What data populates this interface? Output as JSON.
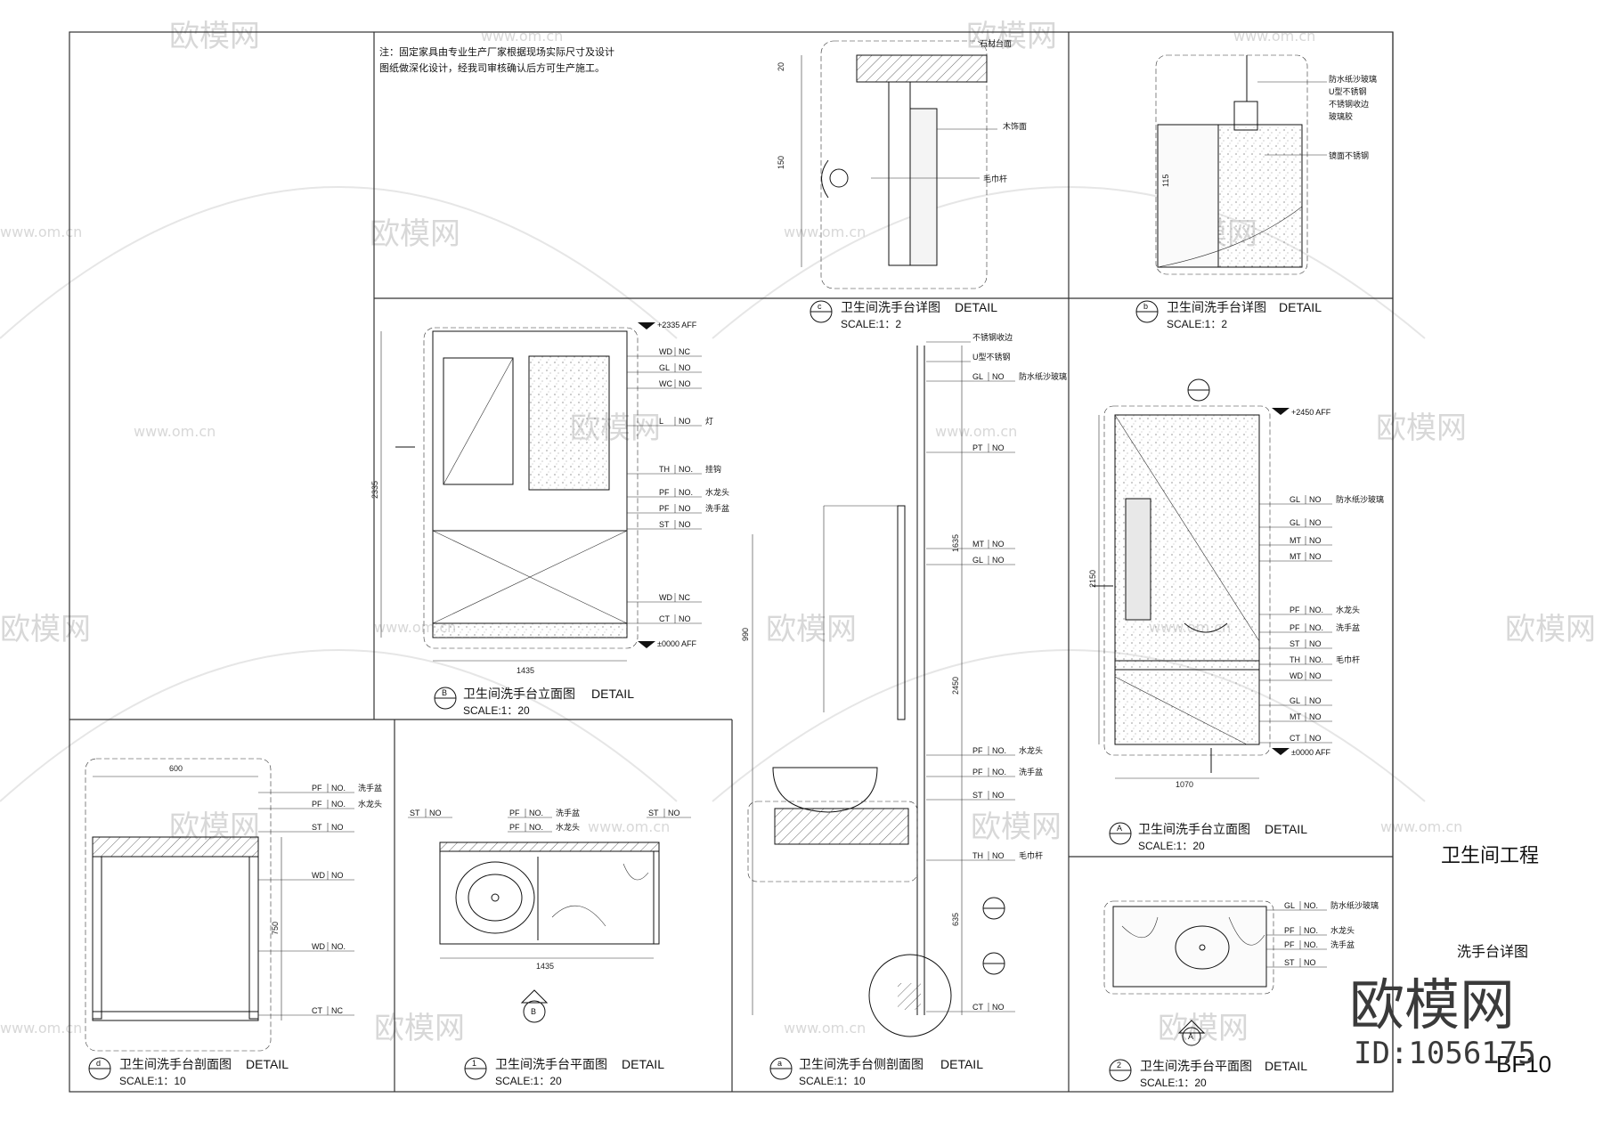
{
  "note": {
    "line1": "注：固定家具由专业生产厂家根据现场实际尺寸及设计",
    "line2": "图纸做深化设计，经我司审核确认后方可生产施工。"
  },
  "project": {
    "name": "卫生间工程",
    "drawing": "洗手台详图",
    "sheet": "BF10"
  },
  "watermark": {
    "brand": "欧模网",
    "url": "www.om.cn",
    "id": "ID:1056175"
  },
  "views": {
    "c": {
      "id": "c",
      "title": "卫生间洗手台详图",
      "detail": "DETAIL",
      "scale": "SCALE:1：2"
    },
    "b": {
      "id": "b",
      "title": "卫生间洗手台详图",
      "detail": "DETAIL",
      "scale": "SCALE:1：2"
    },
    "B": {
      "id": "B",
      "title": "卫生间洗手台立面图",
      "detail": "DETAIL",
      "scale": "SCALE:1：20"
    },
    "A": {
      "id": "A",
      "title": "卫生间洗手台立面图",
      "detail": "DETAIL",
      "scale": "SCALE:1：20"
    },
    "d": {
      "id": "d",
      "title": "卫生间洗手台剖面图",
      "detail": "DETAIL",
      "scale": "SCALE:1：10"
    },
    "p1": {
      "id": "1",
      "title": "卫生间洗手台平面图",
      "detail": "DETAIL",
      "scale": "SCALE:1：20"
    },
    "a": {
      "id": "a",
      "title": "卫生间洗手台侧剖面图",
      "detail": "DETAIL",
      "scale": "SCALE:1：10"
    },
    "p2": {
      "id": "2",
      "title": "卫生间洗手台平面图",
      "detail": "DETAIL",
      "scale": "SCALE:1：20"
    }
  },
  "levels": {
    "B_top": "+2335 AFF",
    "B_floor": "±0000 AFF",
    "A_top": "+2450 AFF",
    "A_floor": "±0000 AFF"
  },
  "tags_B": [
    {
      "code": "WD",
      "no": "NC",
      "note": ""
    },
    {
      "code": "GL",
      "no": "NO",
      "note": ""
    },
    {
      "code": "WC",
      "no": "NO",
      "note": ""
    },
    {
      "code": "L",
      "no": "NO",
      "note": "灯"
    },
    {
      "code": "TH",
      "no": "NO.",
      "note": "挂钩"
    },
    {
      "code": "PF",
      "no": "NO.",
      "note": "水龙头"
    },
    {
      "code": "PF",
      "no": "NO",
      "note": "洗手盆"
    },
    {
      "code": "ST",
      "no": "NO",
      "note": ""
    },
    {
      "code": "WD",
      "no": "NC",
      "note": ""
    },
    {
      "code": "CT",
      "no": "NO",
      "note": ""
    }
  ],
  "tags_a": [
    {
      "code": "",
      "no": "",
      "note": "不锈钢收边"
    },
    {
      "code": "",
      "no": "",
      "note": "U型不锈钢"
    },
    {
      "code": "GL",
      "no": "NO",
      "note": "防水纸沙玻璃"
    },
    {
      "code": "PT",
      "no": "NO",
      "note": ""
    },
    {
      "code": "MT",
      "no": "NO",
      "note": ""
    },
    {
      "code": "GL",
      "no": "NO",
      "note": ""
    },
    {
      "code": "PF",
      "no": "NO.",
      "note": "水龙头"
    },
    {
      "code": "PF",
      "no": "NO.",
      "note": "洗手盆"
    },
    {
      "code": "ST",
      "no": "NO",
      "note": ""
    },
    {
      "code": "TH",
      "no": "NO",
      "note": "毛巾杆"
    },
    {
      "code": "CT",
      "no": "NO",
      "note": ""
    }
  ],
  "tags_A": [
    {
      "code": "GL",
      "no": "NO",
      "note": "防水纸沙玻璃"
    },
    {
      "code": "GL",
      "no": "NO",
      "note": ""
    },
    {
      "code": "MT",
      "no": "NO",
      "note": ""
    },
    {
      "code": "MT",
      "no": "NO",
      "note": ""
    },
    {
      "code": "PF",
      "no": "NO.",
      "note": "水龙头"
    },
    {
      "code": "PF",
      "no": "NO.",
      "note": "洗手盆"
    },
    {
      "code": "ST",
      "no": "NO",
      "note": ""
    },
    {
      "code": "TH",
      "no": "NO.",
      "note": "毛巾杆"
    },
    {
      "code": "WD",
      "no": "NO",
      "note": ""
    },
    {
      "code": "GL",
      "no": "NO",
      "note": ""
    },
    {
      "code": "MT",
      "no": "NO",
      "note": ""
    },
    {
      "code": "CT",
      "no": "NO",
      "note": ""
    }
  ],
  "tags_d": [
    {
      "code": "PF",
      "no": "NO.",
      "note": "洗手盆"
    },
    {
      "code": "PF",
      "no": "NO.",
      "note": "水龙头"
    },
    {
      "code": "ST",
      "no": "NO",
      "note": ""
    },
    {
      "code": "WD",
      "no": "NO",
      "note": ""
    },
    {
      "code": "WD",
      "no": "NO.",
      "note": ""
    },
    {
      "code": "CT",
      "no": "NC",
      "note": ""
    }
  ],
  "tags_p1": [
    {
      "code": "ST",
      "no": "NO",
      "note": ""
    },
    {
      "code": "PF",
      "no": "NO.",
      "note": "洗手盆"
    },
    {
      "code": "PF",
      "no": "NO.",
      "note": "水龙头"
    },
    {
      "code": "ST",
      "no": "NO",
      "note": ""
    }
  ],
  "tags_p2": [
    {
      "code": "GL",
      "no": "NO.",
      "note": "防水纸沙玻璃"
    },
    {
      "code": "PF",
      "no": "NO.",
      "note": "水龙头"
    },
    {
      "code": "PF",
      "no": "NO.",
      "note": "洗手盆"
    },
    {
      "code": "ST",
      "no": "NO",
      "note": ""
    }
  ],
  "labels_c": [
    "石材台面",
    "木饰面",
    "毛巾杆"
  ],
  "labels_b": [
    "防水纸沙玻璃",
    "U型不锈钢",
    "不锈钢收边",
    "玻璃胶",
    "镜面不锈钢"
  ],
  "dims": {
    "B_bottom": "1435",
    "B_height": "2335",
    "A_bottom": "1070",
    "A_height": "2150",
    "a_height": "2450",
    "d_top": "600",
    "p1_bottom": "1435"
  }
}
